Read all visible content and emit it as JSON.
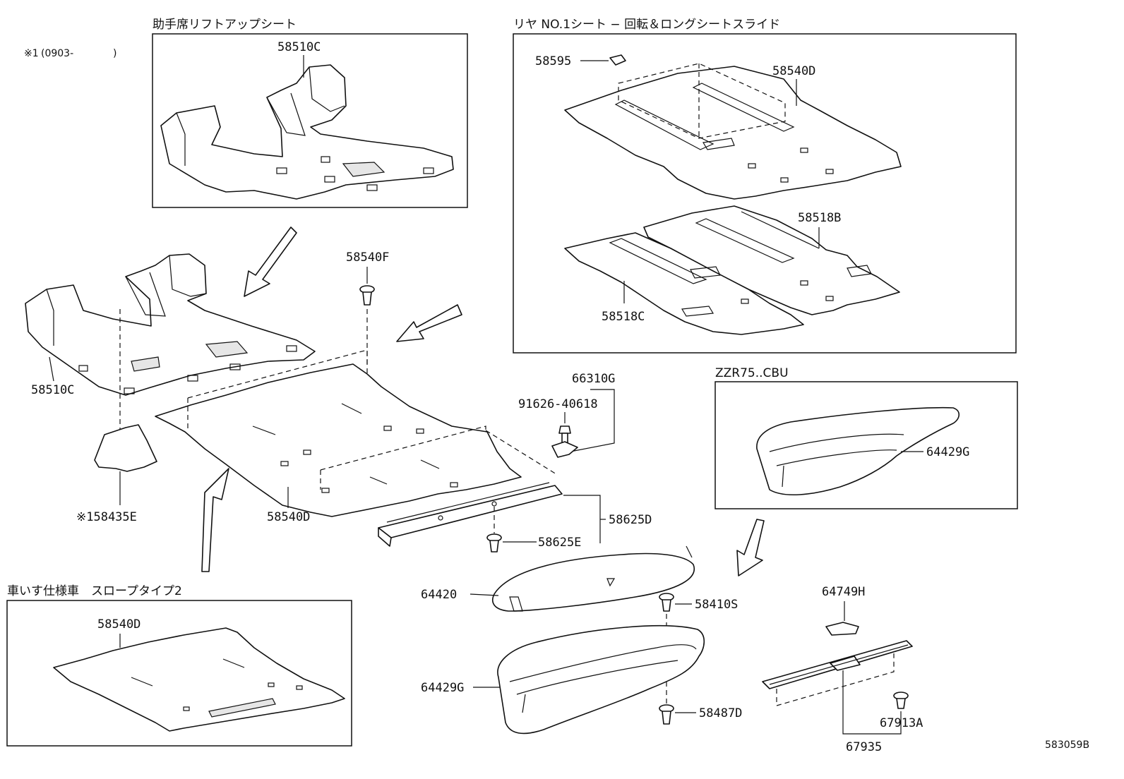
{
  "captions": {
    "lift_up_seat": "助手席リフトアップシート",
    "rear_seat": "リヤ NO.1シート − 回転＆ロングシートスライド",
    "zzr75": "ZZR75..CBU",
    "wheelchair": "車いす仕様車　スロープタイプ2"
  },
  "note": {
    "marker": "※1",
    "range_open": "(0903-",
    "range_close": ")"
  },
  "labels": {
    "p58510C_top": "58510C",
    "p58595": "58595",
    "p58540D_top": "58540D",
    "p58518B": "58518B",
    "p58518C": "58518C",
    "p58540F": "58540F",
    "p58510C": "58510C",
    "p58435E": "※158435E",
    "p58540D_main": "58540D",
    "p66310G": "66310G",
    "p91626": "91626-40618",
    "p64429G_zzr": "64429G",
    "p58625D": "58625D",
    "p58625E": "58625E",
    "p64420": "64420",
    "p58410S": "58410S",
    "p64429G": "64429G",
    "p58487D": "58487D",
    "p64749H": "64749H",
    "p67913A": "67913A",
    "p67935": "67935",
    "p58540D_wc": "58540D"
  },
  "figure_id": "583059B"
}
